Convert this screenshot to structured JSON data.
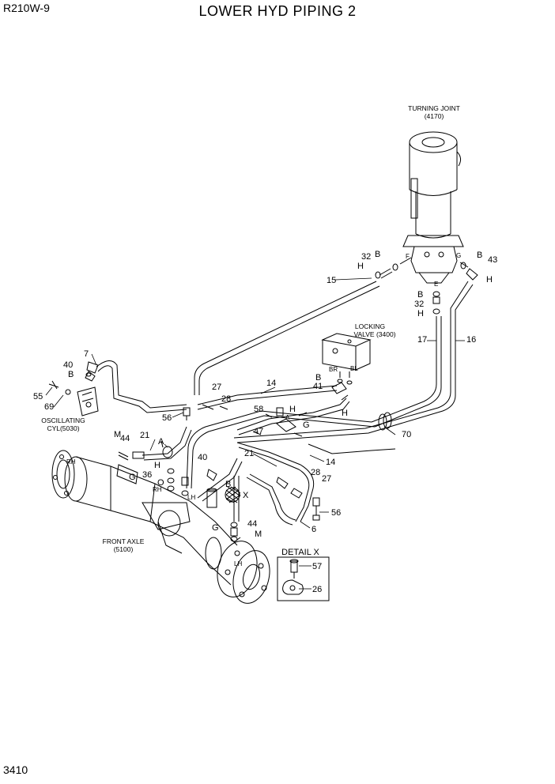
{
  "header": {
    "model": "R210W-9",
    "title": "LOWER HYD PIPING 2"
  },
  "footer": {
    "page": "3410"
  },
  "captions": {
    "turning_joint": [
      "TURNING JOINT",
      "(4170)"
    ],
    "locking_valve": [
      "LOCKING",
      "VALVE (3400)"
    ],
    "oscillating_cyl": [
      "OSCILLATING",
      "CYL(5030)"
    ],
    "front_axle": [
      "FRONT AXLE",
      "(5100)"
    ],
    "detail_x": "DETAIL X"
  },
  "labels": {
    "p32a": "32",
    "pBa": "B",
    "pHa": "H",
    "pF": "F",
    "pG1": "G",
    "pB2": "B",
    "p43": "43",
    "pH2": "H",
    "pE": "E",
    "pB3": "B",
    "p32b": "32",
    "pH3": "H",
    "p15": "15",
    "p17": "17",
    "p16": "16",
    "pBR": "BR",
    "pBL": "BL",
    "pB4": "B",
    "p41": "41",
    "pH4": "H",
    "p7": "7",
    "p40a": "40",
    "pB5": "B",
    "p55": "55",
    "p69": "69",
    "p27a": "27",
    "p28a": "28",
    "p14a": "14",
    "p56a": "56",
    "p58": "58",
    "pH5": "H",
    "pA2": "A",
    "p47": "47",
    "pG2": "G",
    "p70": "70",
    "pM1": "M",
    "p44a": "44",
    "p21a": "21",
    "pA1": "A",
    "pH6": "H",
    "p36": "36",
    "pO": "O",
    "pG3": "G",
    "pRH1": "RH",
    "pLH1": "LH",
    "p40b": "40",
    "pB6": "B",
    "pX": "X",
    "p21b": "21",
    "p14b": "14",
    "p28b": "28",
    "p27b": "27",
    "p56b": "56",
    "p6": "6",
    "pG4": "G",
    "p44b": "44",
    "pM2": "M",
    "pRH2": "RH",
    "pLH2": "LH",
    "p57": "57",
    "p26": "26"
  },
  "icons": {
    "turning_joint": "turning-joint-drawing",
    "locking_valve": "locking-valve-block-drawing",
    "front_axle": "front-axle-drawing",
    "oscillating_cylinder": "oscillating-cylinder-drawing",
    "detail_x": "detail-x-fitting-drawing"
  }
}
